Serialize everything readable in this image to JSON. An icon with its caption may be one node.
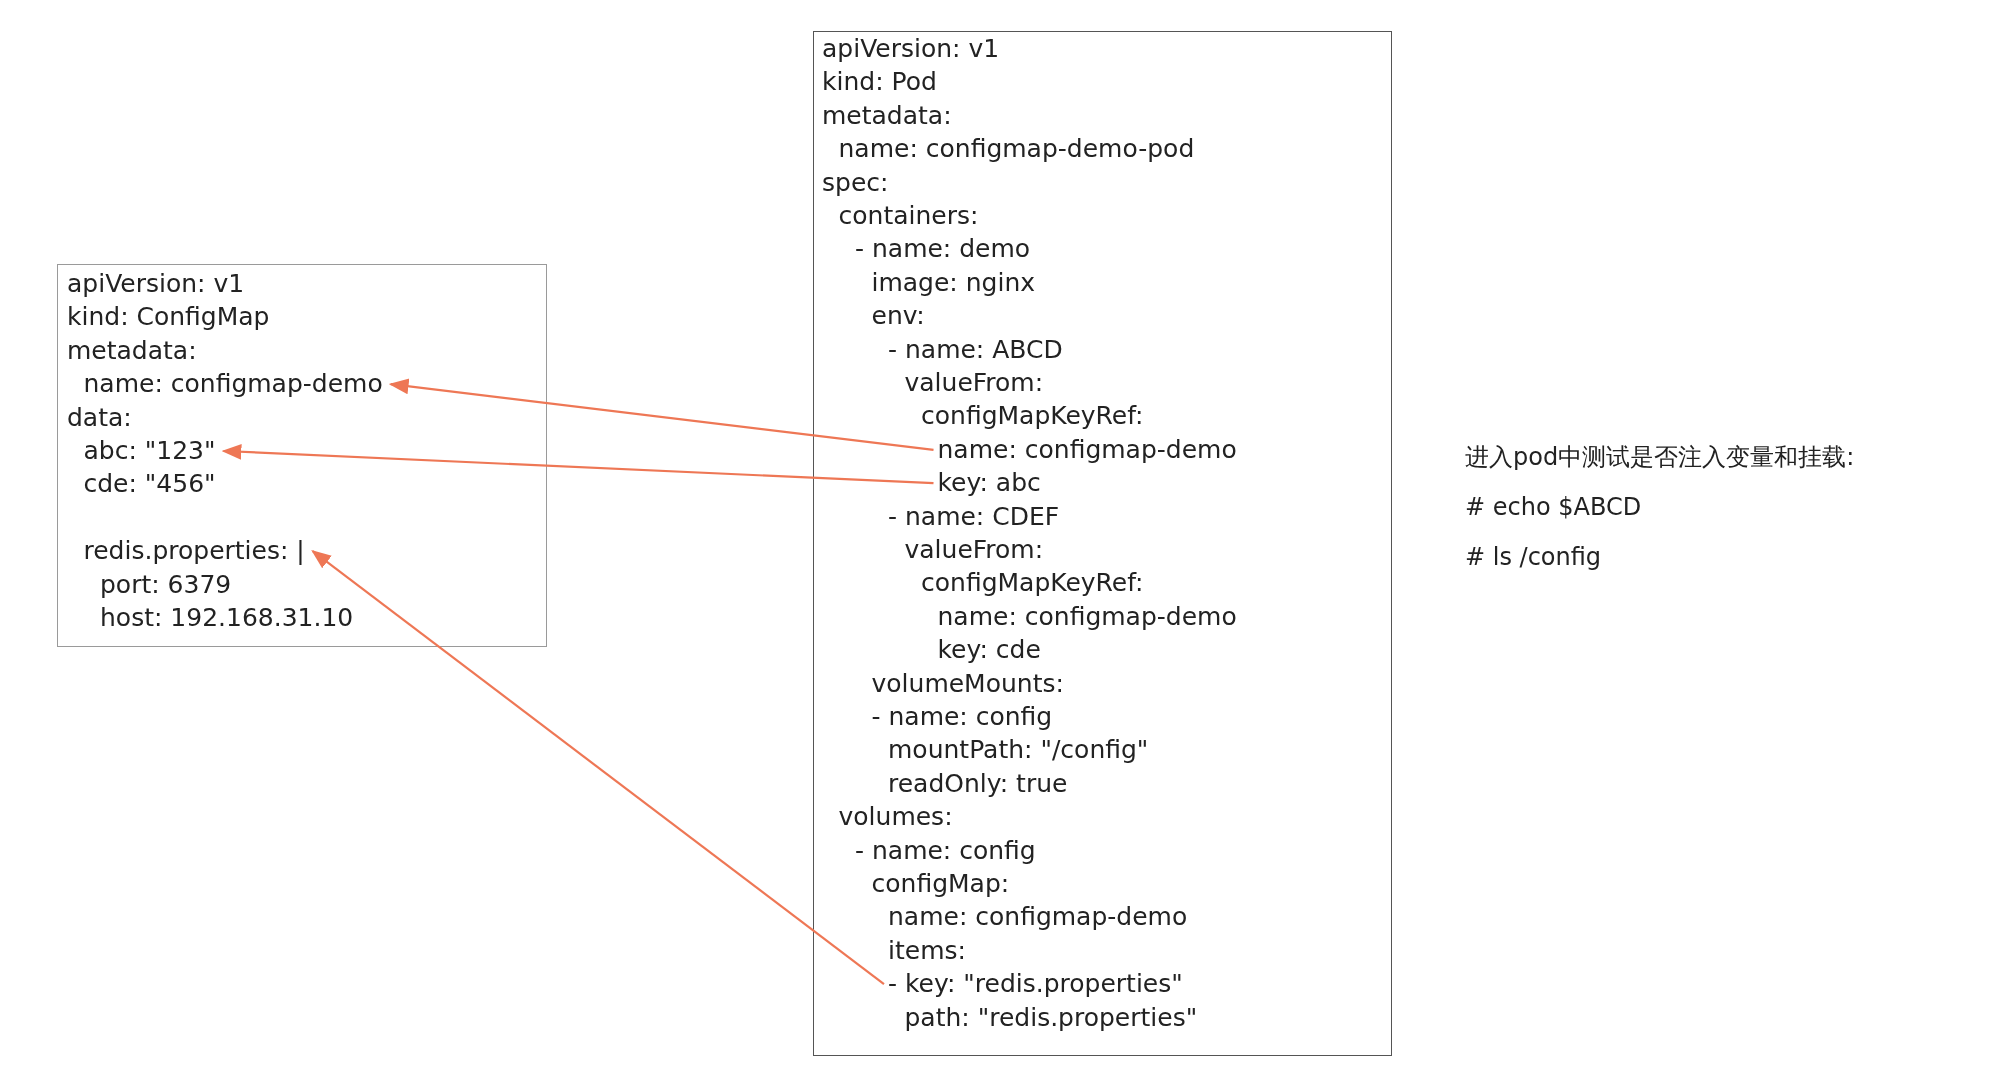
{
  "diagram": {
    "nodes": [
      {
        "text": [],
        "shape": "box"
      },
      {
        "text": [
          "apiVersion: v1"
        ],
        "in": 0
      },
      {
        "text": [
          "kind: ConfigMap"
        ],
        "in": 0
      },
      {
        "text": [
          "metadata:"
        ],
        "in": 0
      },
      {
        "text": [
          "name: configmap-demo"
        ],
        "in": 0
      },
      {
        "text": [
          "data:"
        ],
        "in": 0
      },
      {
        "text": [
          "abc: \"123\""
        ],
        "in": 0
      },
      {
        "text": [
          "cde: \"456\""
        ],
        "in": 0
      },
      {
        "text": [
          "redis.properties: |"
        ],
        "in": 0
      },
      {
        "text": [
          "port: 6379"
        ],
        "in": 0
      },
      {
        "text": [
          "host: 192.168.31.10"
        ],
        "in": 0
      },
      {
        "text": [],
        "shape": "box"
      },
      {
        "text": [
          "apiVersion: v1"
        ],
        "in": 11
      },
      {
        "text": [
          "kind: Pod"
        ],
        "in": 11
      },
      {
        "text": [
          "metadata:"
        ],
        "in": 11
      },
      {
        "text": [
          "name: configmap-demo-pod"
        ],
        "in": 11
      },
      {
        "text": [
          "spec:"
        ],
        "in": 11
      },
      {
        "text": [
          "containers:"
        ],
        "in": 11
      },
      {
        "text": [
          "- name: demo"
        ],
        "in": 11
      },
      {
        "text": [
          "image: nginx"
        ],
        "in": 11
      },
      {
        "text": [
          "env:"
        ],
        "in": 11
      },
      {
        "text": [
          "- name: ABCD"
        ],
        "in": 11
      },
      {
        "text": [
          "valueFrom:"
        ],
        "in": 11
      },
      {
        "text": [
          "configMapKeyRef:"
        ],
        "in": 11
      },
      {
        "text": [
          "name: configmap-demo"
        ],
        "in": 11
      },
      {
        "text": [
          "key: abc"
        ],
        "in": 11
      },
      {
        "text": [
          "- name: CDEF"
        ],
        "in": 11
      },
      {
        "text": [
          "valueFrom:"
        ],
        "in": 11
      },
      {
        "text": [
          "configMapKeyRef:"
        ],
        "in": 11
      },
      {
        "text": [
          "name: configmap-demo"
        ],
        "in": 11
      },
      {
        "text": [
          "key: cde"
        ],
        "in": 11
      },
      {
        "text": [
          "volumeMounts:"
        ],
        "in": 11
      },
      {
        "text": [
          "- name: config"
        ],
        "in": 11
      },
      {
        "text": [
          "mountPath: \"/config\""
        ],
        "in": 11
      },
      {
        "text": [
          "readOnly: true"
        ],
        "in": 11
      },
      {
        "text": [
          "volumes:"
        ],
        "in": 11
      },
      {
        "text": [
          "- name: config"
        ],
        "in": 11
      },
      {
        "text": [
          "configMap:"
        ],
        "in": 11
      },
      {
        "text": [
          "name: configmap-demo"
        ],
        "in": 11
      },
      {
        "text": [
          "items:"
        ],
        "in": 11
      },
      {
        "text": [
          "- key: \"redis.properties\""
        ],
        "in": 11
      },
      {
        "text": [
          "path: \"redis.properties\""
        ],
        "in": 11
      }
    ],
    "edges": [
      {
        "from": 24,
        "to": 4,
        "arrow": "to"
      },
      {
        "from": 25,
        "to": 6,
        "arrow": "to"
      },
      {
        "from": 40,
        "to": 8,
        "arrow": "to"
      }
    ],
    "labels": [
      "进入pod中测试是否注入变量和挂载:",
      "# echo $ABCD",
      "# ls /config"
    ]
  }
}
